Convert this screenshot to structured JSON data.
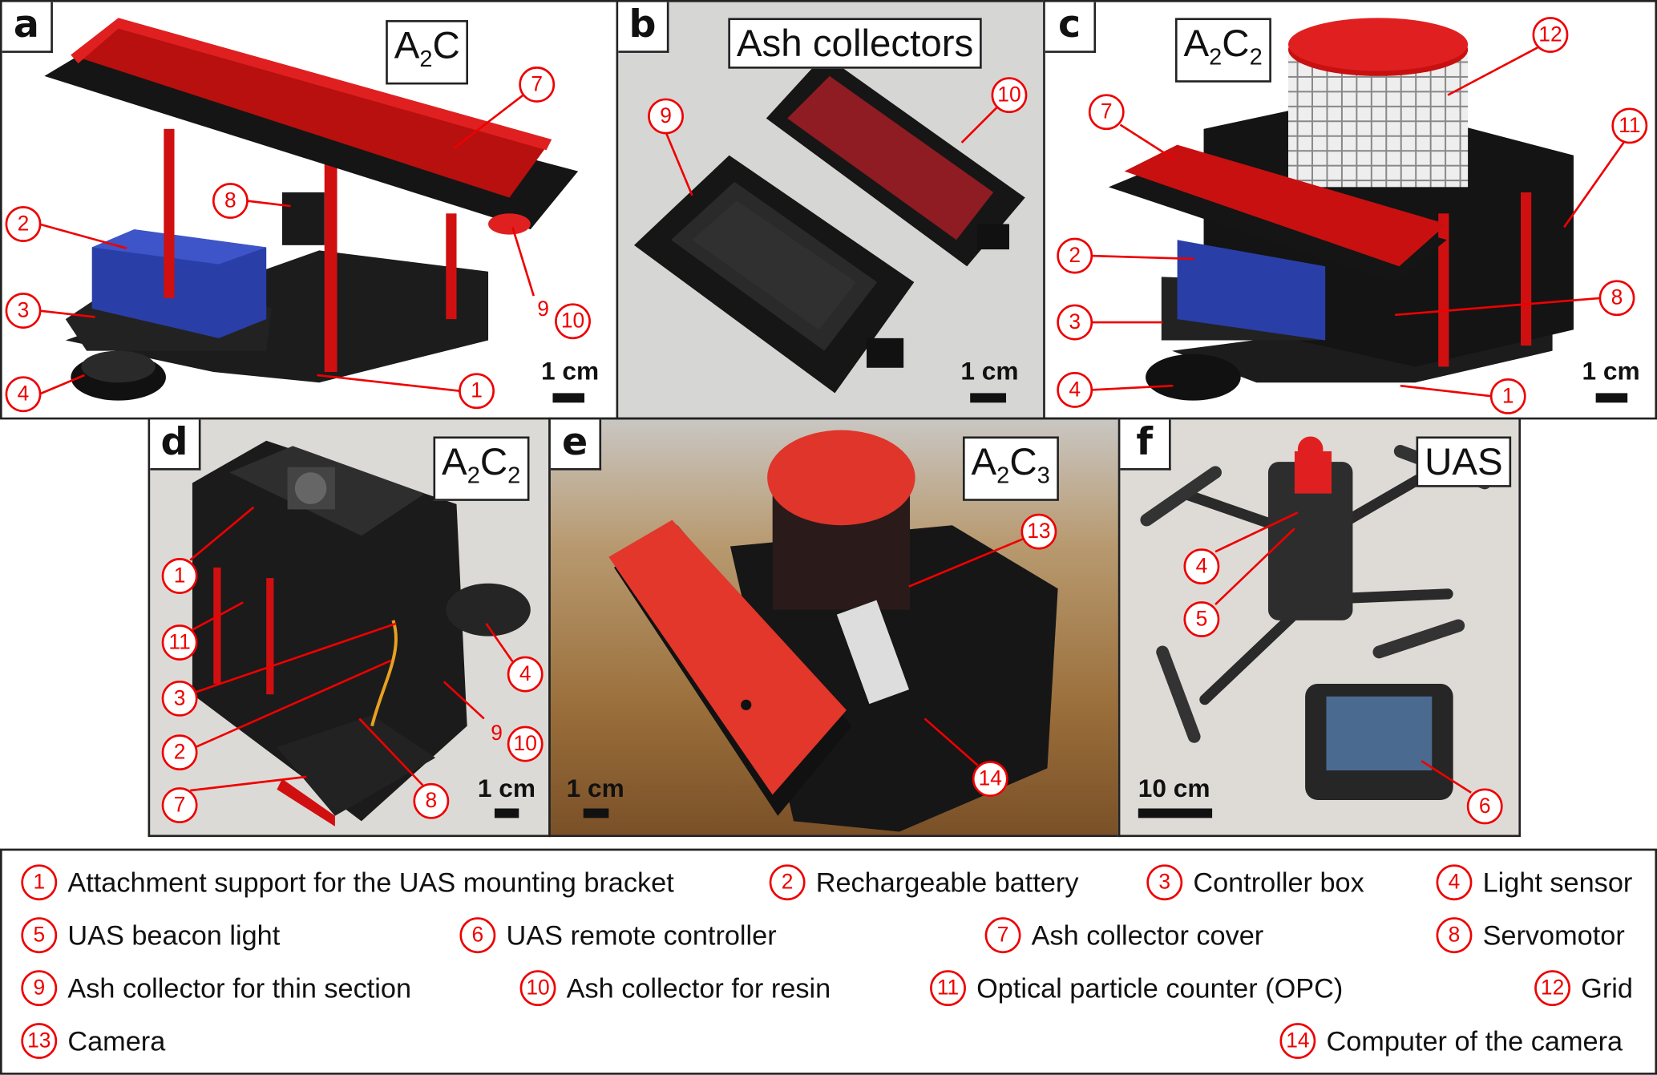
{
  "panels": {
    "a": {
      "letter": "a",
      "title": {
        "main1": "A",
        "sub1": "2",
        "main2": "C",
        "sub2": ""
      },
      "scale": "1 cm",
      "callouts": [
        "7",
        "8",
        "2",
        "3",
        "4",
        "9",
        "10",
        "1"
      ]
    },
    "b": {
      "letter": "b",
      "title": "Ash collectors",
      "scale": "1 cm",
      "callouts": [
        "9",
        "10"
      ]
    },
    "c": {
      "letter": "c",
      "title": {
        "main1": "A",
        "sub1": "2",
        "main2": "C",
        "sub2": "2"
      },
      "scale": "1 cm",
      "callouts": [
        "12",
        "7",
        "11",
        "2",
        "3",
        "8",
        "4",
        "1"
      ]
    },
    "d": {
      "letter": "d",
      "title": {
        "main1": "A",
        "sub1": "2",
        "main2": "C",
        "sub2": "2"
      },
      "scale": "1 cm",
      "callouts": [
        "1",
        "11",
        "3",
        "2",
        "7",
        "8",
        "4",
        "9",
        "10"
      ]
    },
    "e": {
      "letter": "e",
      "title": {
        "main1": "A",
        "sub1": "2",
        "main2": "C",
        "sub2": "3"
      },
      "scale": "1 cm",
      "callouts": [
        "13",
        "14"
      ]
    },
    "f": {
      "letter": "f",
      "title": "UAS",
      "scale": "10 cm",
      "callouts": [
        "4",
        "5",
        "6"
      ]
    }
  },
  "legend": [
    {
      "num": "1",
      "label": "Attachment support for the UAS mounting bracket"
    },
    {
      "num": "2",
      "label": "Rechargeable battery"
    },
    {
      "num": "3",
      "label": "Controller box"
    },
    {
      "num": "4",
      "label": "Light sensor"
    },
    {
      "num": "5",
      "label": "UAS beacon light"
    },
    {
      "num": "6",
      "label": "UAS remote controller"
    },
    {
      "num": "7",
      "label": "Ash collector cover"
    },
    {
      "num": "8",
      "label": "Servomotor"
    },
    {
      "num": "9",
      "label": "Ash collector for thin section"
    },
    {
      "num": "10",
      "label": "Ash collector for resin"
    },
    {
      "num": "11",
      "label": "Optical particle counter (OPC)"
    },
    {
      "num": "12",
      "label": "Grid"
    },
    {
      "num": "13",
      "label": "Camera"
    },
    {
      "num": "14",
      "label": "Computer of the camera"
    }
  ],
  "colors": {
    "callout": "#e00000",
    "cover_red": "#c81010",
    "battery_blue": "#2a3ea8",
    "device_black": "#1a1a1a"
  }
}
